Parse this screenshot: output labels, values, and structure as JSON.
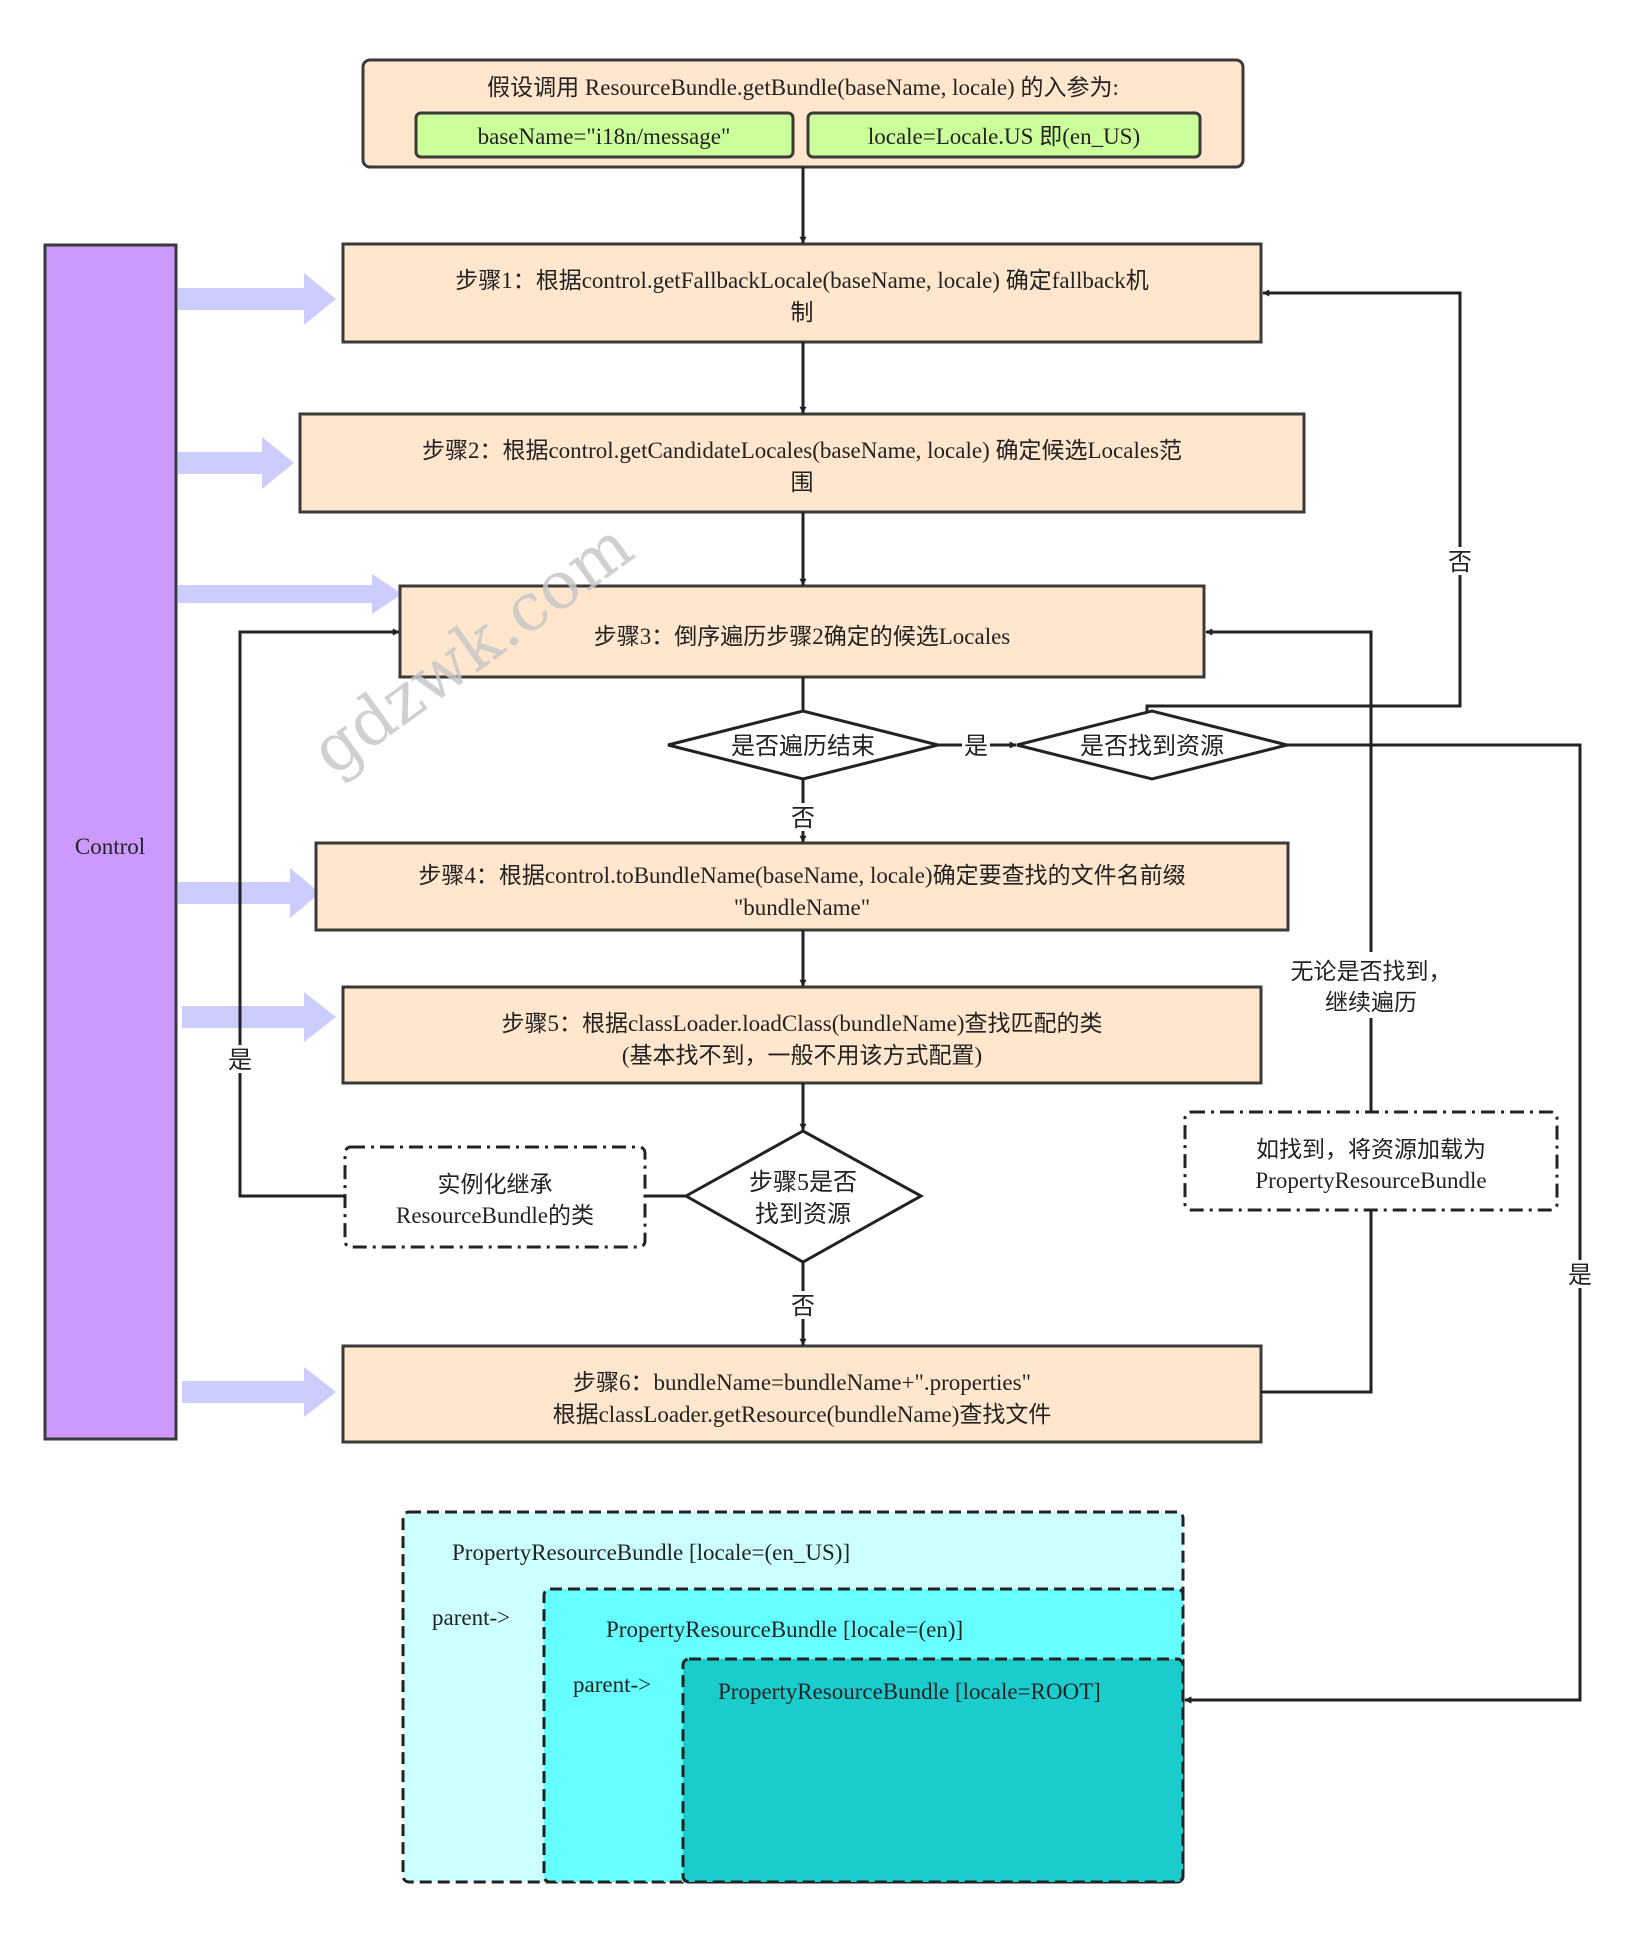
{
  "colors": {
    "step_fill": "#ffe6cc",
    "step_stroke": "#3a3a3a",
    "green_fill": "#ccff99",
    "control_fill": "#cc99ff",
    "arrow_light": "#ccccff",
    "bundle_outer": "#ccffff",
    "bundle_mid": "#66ffff",
    "bundle_inner": "#1acccc"
  },
  "header": {
    "line1": "假设调用 ResourceBundle.getBundle(baseName, locale) 的入参为:",
    "base_name": "baseName=\"i18n/message\"",
    "locale": "locale=Locale.US 即(en_US)"
  },
  "control": {
    "label": "Control"
  },
  "steps": {
    "step1": {
      "line1": "步骤1：根据control.getFallbackLocale(baseName, locale) 确定fallback机",
      "line2": "制"
    },
    "step2": {
      "line1": "步骤2：根据control.getCandidateLocales(baseName, locale) 确定候选Locales范",
      "line2": "围"
    },
    "step3": {
      "line1": "步骤3：倒序遍历步骤2确定的候选Locales"
    },
    "step4": {
      "line1": "步骤4：根据control.toBundleName(baseName, locale)确定要查找的文件名前缀",
      "line2": "\"bundleName\""
    },
    "step5": {
      "line1": "步骤5：根据classLoader.loadClass(bundleName)查找匹配的类",
      "line2": "(基本找不到，一般不用该方式配置)"
    },
    "step6": {
      "line1": "步骤6：bundleName=bundleName+\".properties\"",
      "line2": "根据classLoader.getResource(bundleName)查找文件"
    }
  },
  "decisions": {
    "traverse_end": "是否遍历结束",
    "found_resource": "是否找到资源",
    "step5_found_l1": "步骤5是否",
    "step5_found_l2": "找到资源"
  },
  "notes": {
    "instantiate_l1": "实例化继承",
    "instantiate_l2": "ResourceBundle的类",
    "load_prb_l1": "如找到，将资源加载为",
    "load_prb_l2": "PropertyResourceBundle",
    "continue_l1": "无论是否找到，",
    "continue_l2": "继续遍历"
  },
  "edge_labels": {
    "yes": "是",
    "no": "否"
  },
  "bundles": {
    "outer": "PropertyResourceBundle [locale=(en_US)]",
    "mid": "PropertyResourceBundle [locale=(en)]",
    "inner": "PropertyResourceBundle [locale=ROOT]",
    "parent": "parent->"
  },
  "watermark": "gdzwk.com"
}
